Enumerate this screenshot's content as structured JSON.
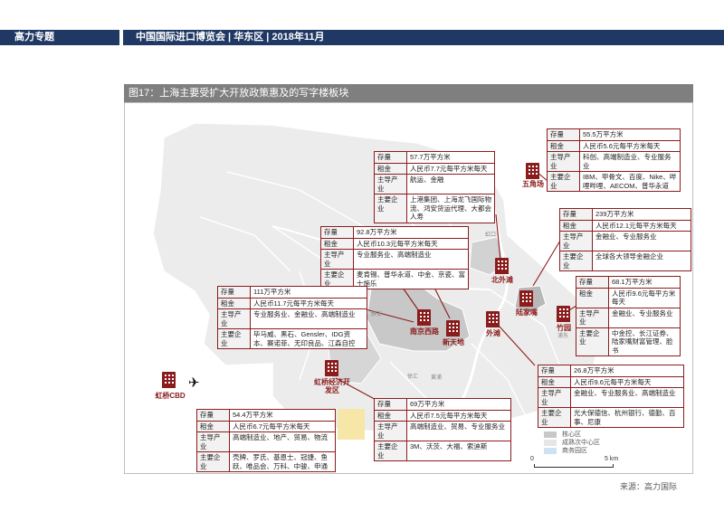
{
  "header": {
    "left": "高力专题",
    "right": "中国国际进口博览会 | 华东区 | 2018年11月"
  },
  "figure": {
    "title": "图17：上海主要受扩大开放政策惠及的写字楼板块",
    "source": "来源：高力国际"
  },
  "labels": {
    "stock": "存量",
    "rent": "租金",
    "industry": "主导产业",
    "tenants": "主要企业"
  },
  "places": {
    "wujiaochang": "五角场",
    "bund_north": "北外滩",
    "lujiazui": "陆家嘴",
    "zhuyuan": "竹园",
    "nanjing_rd": "南京西路",
    "xintiandi": "新天地",
    "bund": "外滩",
    "hongqiao_dz": "虹桥经济开发区",
    "hongqiao_cbd": "虹桥CBD"
  },
  "districts": [
    "静安",
    "黄浦",
    "徐汇",
    "长宁",
    "虹口",
    "浦东"
  ],
  "boxes": {
    "bund_north": {
      "stock": "57.7万平方米",
      "rent": "人民币7.7元每平方米每天",
      "industry": "航运、金融",
      "tenants": "上港集团、上海龙飞国际物流、鸿安货运代理、大都会人寿"
    },
    "wujiaochang": {
      "stock": "55.5万平方米",
      "rent": "人民币5.6元每平方米每天",
      "industry": "科创、高端制造业、专业服务业",
      "tenants": "IBM、甲骨文、百度、Nike、哔哩哔哩、AECOM、普华永道"
    },
    "nanjing_rd": {
      "stock": "92.8万平方米",
      "rent": "人民币10.3元每平方米每天",
      "industry": "专业服务业、高端制造业",
      "tenants": "麦肯锡、普华永道、中金、京瓷、富士施乐"
    },
    "lujiazui": {
      "stock": "239万平方米",
      "rent": "人民币12.1元每平方米每天",
      "industry": "金融业、专业服务业",
      "tenants": "全球各大领导金融企业"
    },
    "xintiandi": {
      "stock": "111万平方米",
      "rent": "人民币11.7元每平方米每天",
      "industry": "专业服务业、金融业、高端制造业",
      "tenants": "毕马威、黑石、Gensler、IDG资本、赛诺菲、无印良品、江森自控"
    },
    "zhuyuan": {
      "stock": "68.1万平方米",
      "rent": "人民币9.6元每平方米每天",
      "industry": "金融业、专业服务业",
      "tenants": "中金控、长江证券、陆家嘴财富管理、脸书"
    },
    "bund": {
      "stock": "26.8万平方米",
      "rent": "人民币9.6元每平方米每天",
      "industry": "金融业、专业服务业、高端制造业",
      "tenants": "光大保德信、杭州银行、德勤、百事、尼康"
    },
    "hongqiao_dz": {
      "stock": "69万平方米",
      "rent": "人民币7.5元每平方米每天",
      "industry": "高端制造业、贸易、专业服务业",
      "tenants": "3M、沃茨、大福、索迪斯"
    },
    "hongqiao_cbd": {
      "stock": "54.4万平方米",
      "rent": "人民币6.7元每平方米每天",
      "industry": "高端制造业、地产、贸易、物流",
      "tenants": "壳牌、罗氏、基恩士、冠捷、鱼跃、唯品会、万科、中骏、申通"
    }
  },
  "legend": [
    "核心区",
    "成熟次中心区",
    "商务园区"
  ],
  "scale": {
    "start": "0",
    "end": "5 km"
  },
  "colors": {
    "accent": "#8b1c1c",
    "header": "#1f3864",
    "map_dark": "#c8c8c8",
    "map_light": "#e6e6e6",
    "park": "#f6e6a8"
  }
}
